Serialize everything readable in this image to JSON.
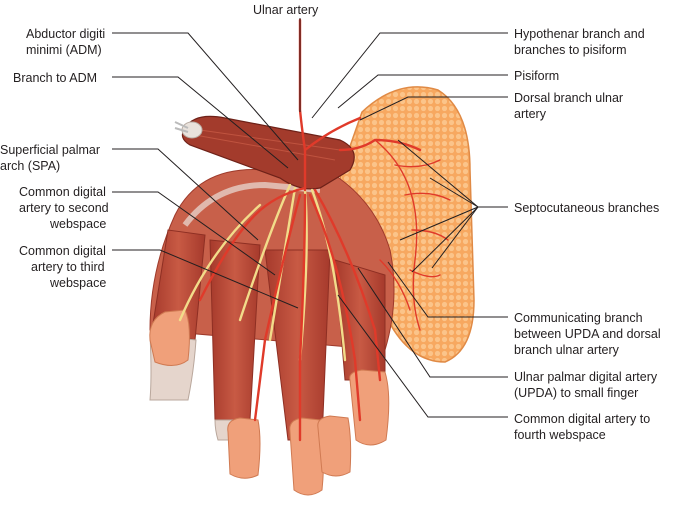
{
  "labels": {
    "ulnar_artery": "Ulnar artery",
    "adm_1": "Abductor digiti",
    "adm_2": "minimi (ADM)",
    "branch_adm": "Branch to ADM",
    "spa_1": "Superficial palmar",
    "spa_2": "arch (SPA)",
    "cda2_1": "Common digital",
    "cda2_2": "artery to second",
    "cda2_3": "webspace",
    "cda3_1": "Common digital",
    "cda3_2": "artery to third",
    "cda3_3": "webspace",
    "hypo_1": "Hypothenar branch and",
    "hypo_2": "branches to pisiform",
    "pisiform": "Pisiform",
    "dorsal_1": "Dorsal branch ulnar",
    "dorsal_2": "artery",
    "septo": "Septocutaneous branches",
    "comm_1": "Communicating branch",
    "comm_2": "between UPDA and dorsal",
    "comm_3": "branch ulnar artery",
    "upda_1": "Ulnar palmar digital artery",
    "upda_2": "(UPDA) to small finger",
    "cda4_1": "Common digital artery to",
    "cda4_2": "fourth webspace"
  },
  "colors": {
    "muscle": "#b84a38",
    "muscle_dark": "#8e2f23",
    "artery": "#e03a2a",
    "nerve": "#f2dc8a",
    "fat": "#f7a860",
    "fat_light": "#fbc892",
    "nail": "#f0a07a",
    "tendon": "#e9dfd8"
  }
}
